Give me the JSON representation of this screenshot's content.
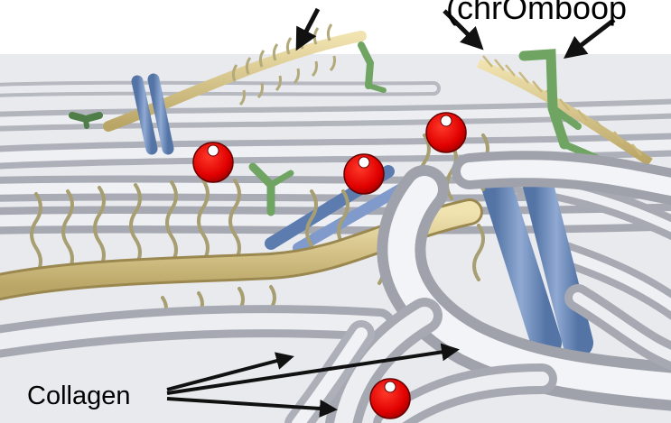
{
  "labels": {
    "collagen": "Collagen",
    "top_partial": "(chrOmboop"
  },
  "colors": {
    "collagen_fiber": "#d9dbe2",
    "proteoglycan_core": "#d8c688",
    "glycosaminoglycan": "#b3aa7c",
    "blue_protein": "#6f8fbf",
    "green_protein": "#6fa463",
    "marker": "#e00000",
    "arrow": "#111111"
  },
  "markers_count": 4
}
